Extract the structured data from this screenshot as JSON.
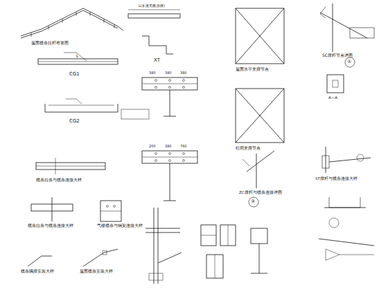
{
  "diagram": {
    "labels": [
      "屋面檩条拉杆布置图",
      "L",
      "CG1",
      "CG2",
      "L(长度见图,连接)",
      "XT",
      "380",
      "380",
      "380",
      "200",
      "380",
      "760",
      "屋面水平支撑节点",
      "柱间支撑节点",
      "SC撑杆节点详图",
      "①",
      "A—A",
      "ZC撑杆与檩条连接详图",
      "②",
      "ST撑杆与檩条连接大样",
      "檩条拉条与檩条连接大样",
      "檩条拉条与檩条连接大样",
      "气楼檩条与钢架连接大样",
      "檩条隅撑安装大样",
      "屋面檩条安装大样"
    ]
  }
}
